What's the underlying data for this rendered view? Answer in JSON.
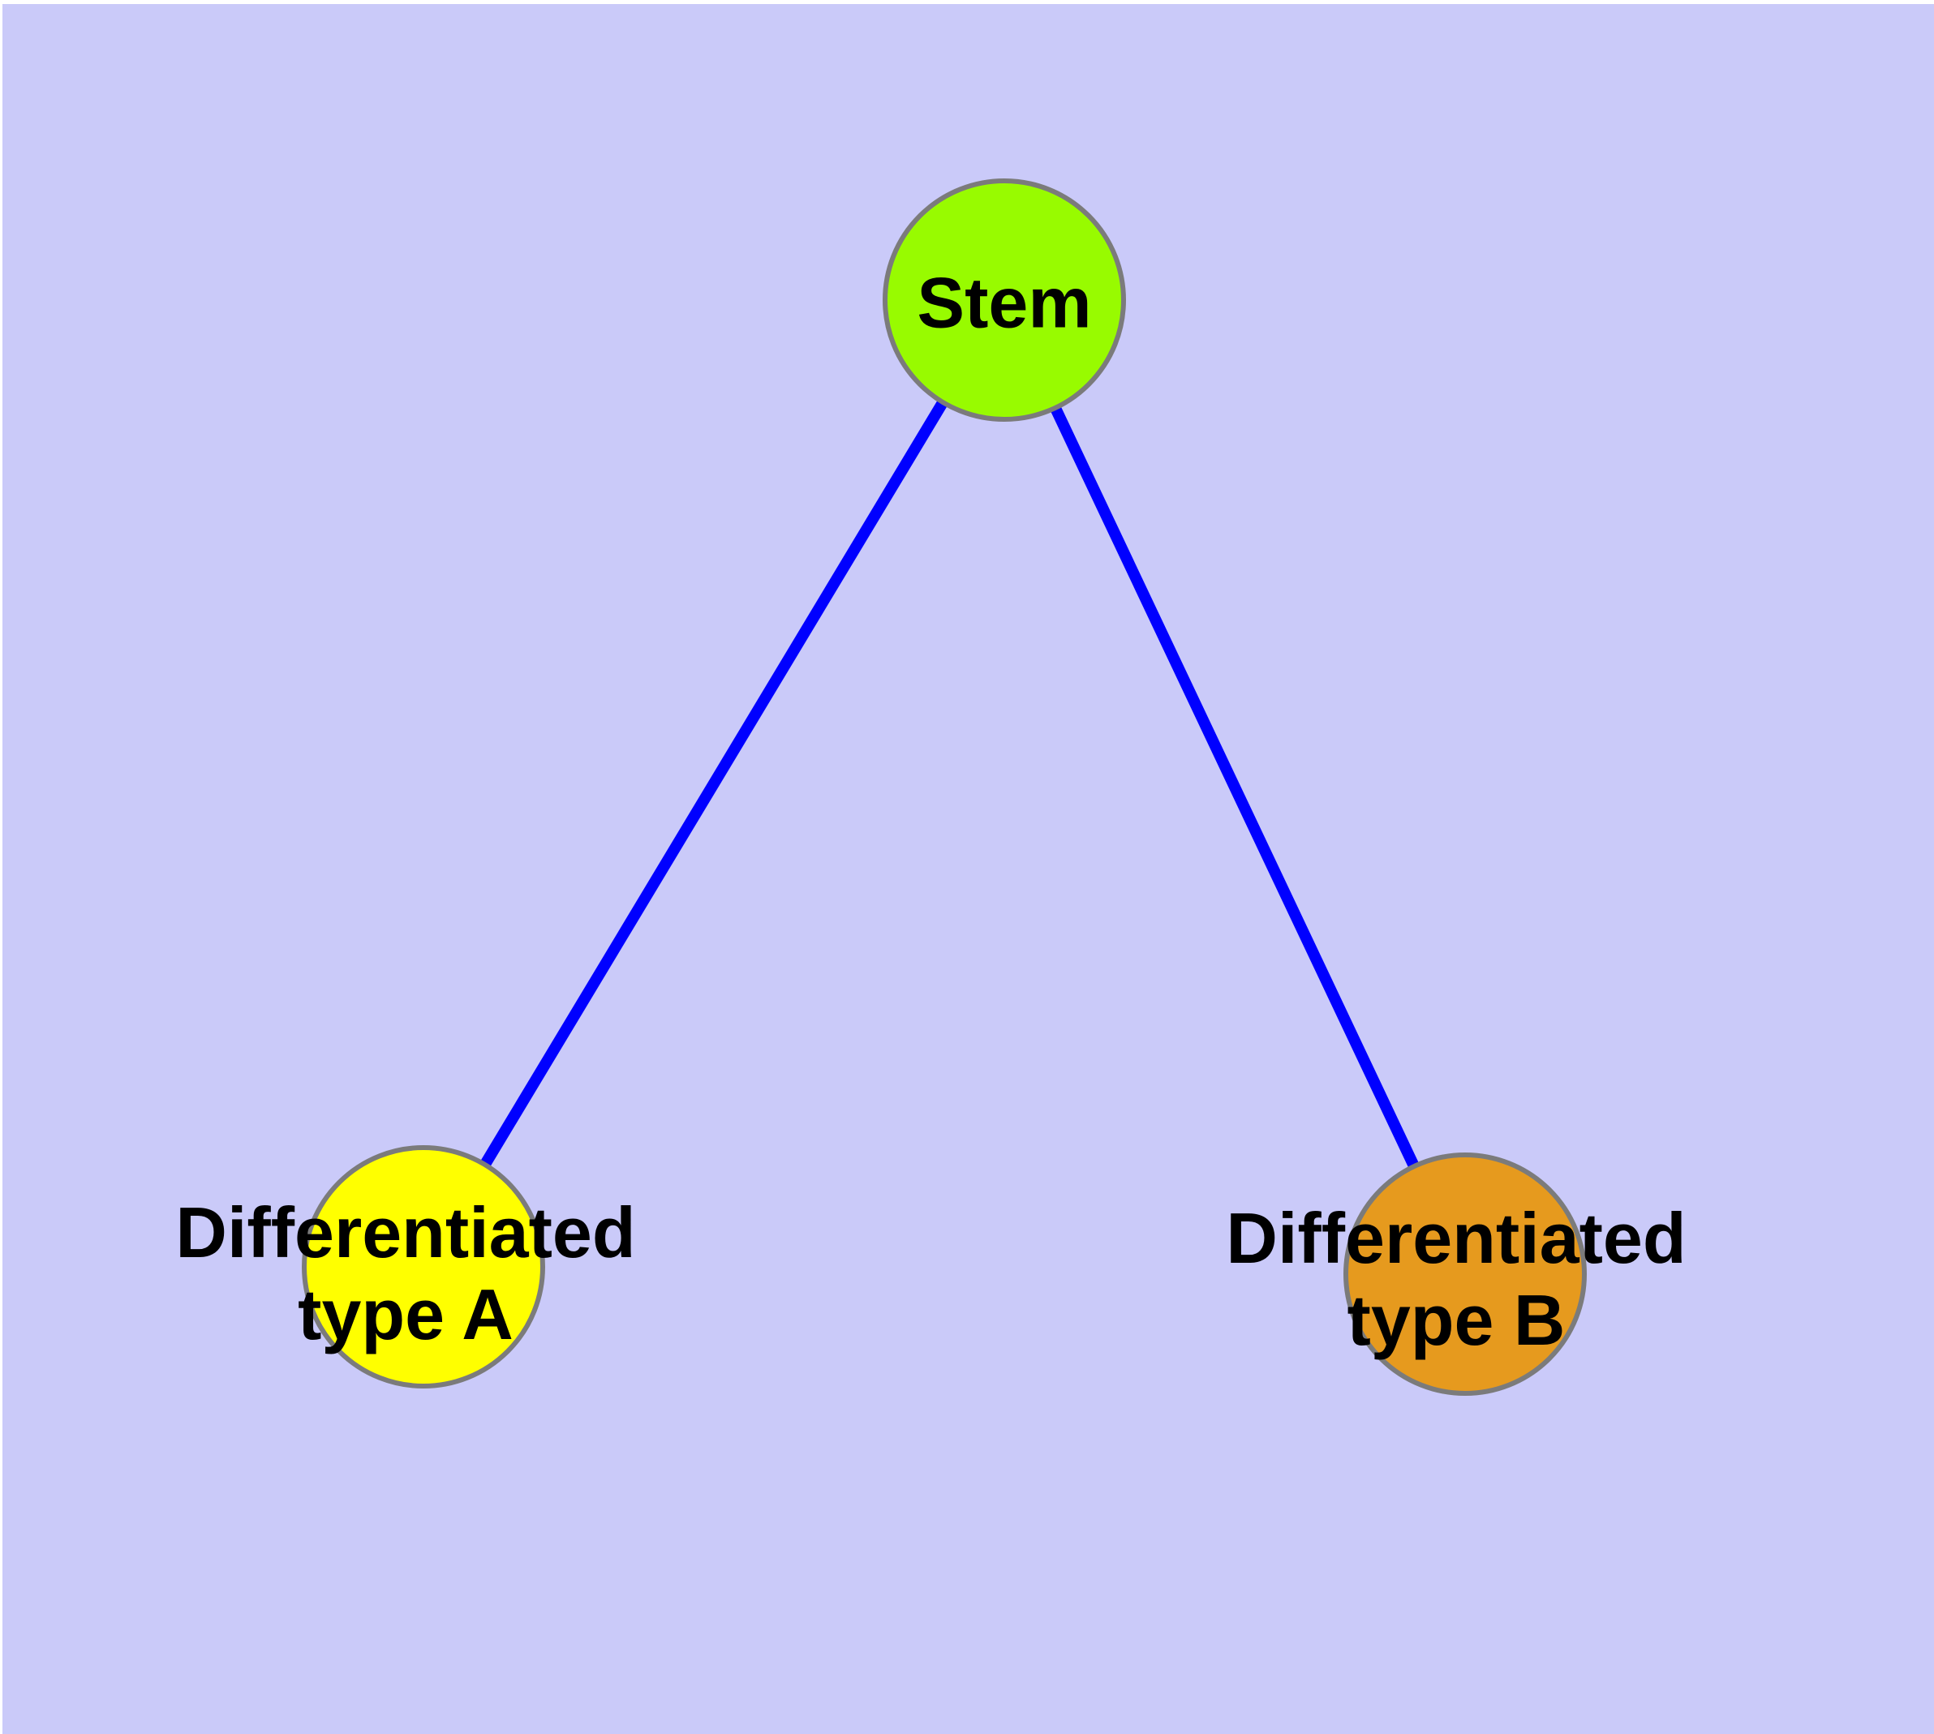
{
  "diagram": {
    "type": "node-link-graph",
    "title": "",
    "background_color": "#CACAF9",
    "frame_color": "#FFFFFF",
    "edge_color": "#0000FF",
    "node_border_color": "#7B7B7B",
    "label_color": "#000000",
    "nodes": [
      {
        "id": "stem",
        "label": "Stem",
        "fill": "#98FB00"
      },
      {
        "id": "type-a",
        "label": "Differentiated\ntype A",
        "fill": "#FFFF00"
      },
      {
        "id": "type-b",
        "label": "Differentiated\ntype B",
        "fill": "#E69A1E"
      }
    ],
    "edges": [
      {
        "from": "stem",
        "to": "type-a"
      },
      {
        "from": "stem",
        "to": "type-b"
      }
    ]
  }
}
